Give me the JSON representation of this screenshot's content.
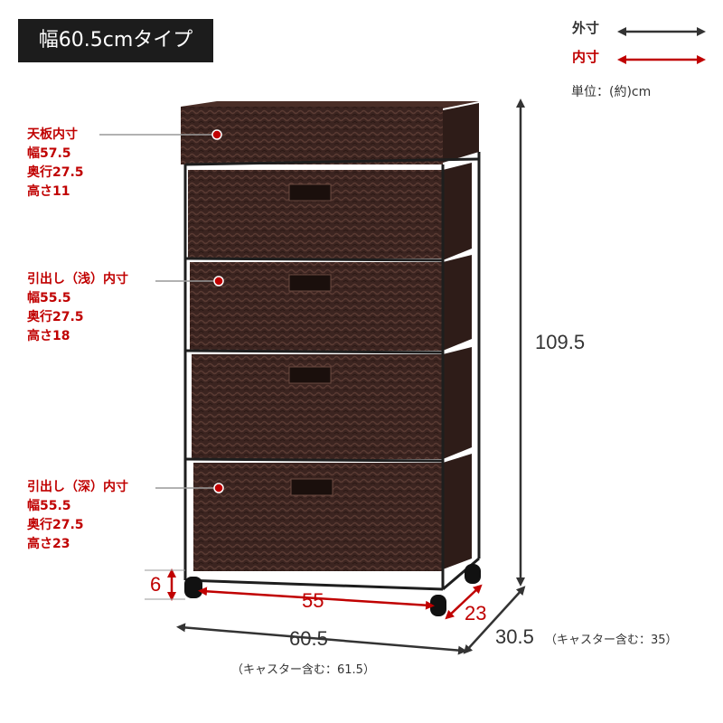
{
  "title": "幅60.5cmタイプ",
  "legend": {
    "outer": "外寸",
    "inner": "内寸"
  },
  "unit": "単位：(約)cm",
  "specs": {
    "top": {
      "heading": "天板内寸",
      "width": "幅57.5",
      "depth": "奥行27.5",
      "height": "高さ11"
    },
    "shallow": {
      "heading": "引出し（浅）内寸",
      "width": "幅55.5",
      "depth": "奥行27.5",
      "height": "高さ18"
    },
    "deep": {
      "heading": "引出し（深）内寸",
      "width": "幅55.5",
      "depth": "奥行27.5",
      "height": "高さ23"
    }
  },
  "dimensions": {
    "height": "109.5",
    "width": "60.5",
    "width_note": "（キャスター含む：61.5）",
    "depth": "30.5",
    "depth_note": "（キャスター含む：35）",
    "inner_width": "55",
    "inner_depth": "23",
    "caster_height": "6"
  },
  "colors": {
    "red": "#c00000",
    "dark": "#333333",
    "rattan": "#3b2420"
  }
}
